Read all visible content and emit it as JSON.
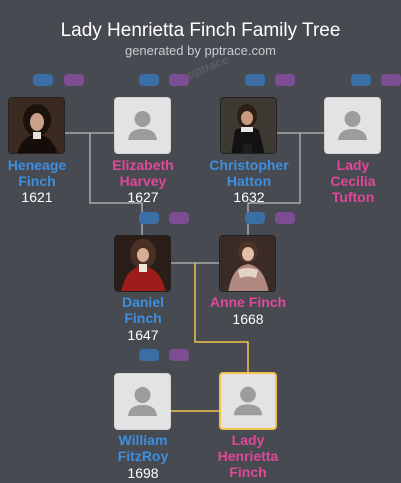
{
  "header": {
    "title": "Lady Henrietta Finch Family Tree",
    "subtitle": "generated by pptrace.com",
    "watermark": "pptrace"
  },
  "colors": {
    "background": "#474a51",
    "male_name": "#3d8fe0",
    "female_name": "#e0489a",
    "male_pill": "#3a6ea5",
    "female_pill": "#7d4d93",
    "highlight_line": "#f2c14e",
    "line": "#d8d8d8"
  },
  "people": {
    "heneage": {
      "name": "Heneage Finch",
      "year": "1621",
      "gender": "male",
      "photo": "portrait"
    },
    "elizabeth": {
      "name": "Elizabeth Harvey",
      "year": "1627",
      "gender": "female",
      "photo": "placeholder"
    },
    "christopher": {
      "name": "Christopher Hatton",
      "year": "1632",
      "gender": "male",
      "photo": "portrait"
    },
    "cecilia": {
      "name": "Lady Cecilia Tufton",
      "year": "",
      "gender": "female",
      "photo": "placeholder"
    },
    "daniel": {
      "name": "Daniel Finch",
      "year": "1647",
      "gender": "male",
      "photo": "portrait"
    },
    "anne": {
      "name": "Anne Finch",
      "year": "1668",
      "gender": "female",
      "photo": "portrait"
    },
    "william": {
      "name": "William FitzRoy",
      "year": "1698",
      "gender": "male",
      "photo": "placeholder"
    },
    "henrietta": {
      "name": "Lady Henrietta Finch",
      "year": "",
      "gender": "female",
      "photo": "placeholder",
      "selected": true
    }
  },
  "name_lines": {
    "heneage": [
      "Heneage",
      "Finch"
    ],
    "elizabeth": [
      "Elizabeth",
      "Harvey"
    ],
    "christopher": [
      "Christopher",
      "Hatton"
    ],
    "cecilia": [
      "Lady",
      "Cecilia",
      "Tufton"
    ],
    "daniel": [
      "Daniel",
      "Finch"
    ],
    "anne": [
      "Anne Finch"
    ],
    "william": [
      "William",
      "FitzRoy"
    ],
    "henrietta": [
      "Lady",
      "Henrietta",
      "Finch"
    ]
  }
}
